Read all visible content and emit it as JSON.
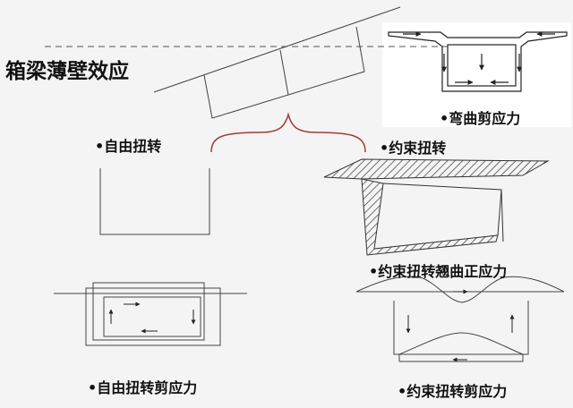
{
  "title": "箱梁薄壁效应",
  "labels": {
    "bending_shear": "弯曲剪应力",
    "free_torsion": "自由扭转",
    "restrained_torsion": "约束扭转",
    "restrained_warping_normal": "约束扭转翘曲正应力",
    "free_torsion_shear": "自由扭转剪应力",
    "restrained_torsion_shear": "约束扭转剪应力"
  },
  "bullet": "•",
  "colors": {
    "background": "#f4f4f4",
    "line": "#444444",
    "brace": "#a03a3a"
  }
}
